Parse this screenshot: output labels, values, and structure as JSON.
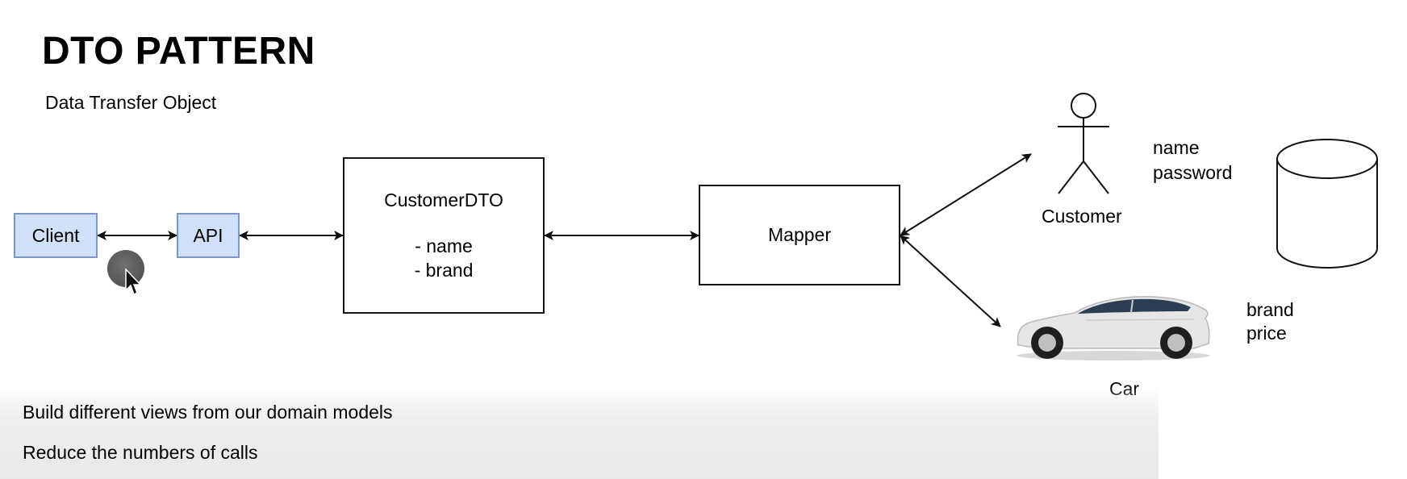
{
  "header": {
    "title": "DTO PATTERN",
    "subtitle": "Data Transfer Object"
  },
  "nodes": {
    "client": "Client",
    "api": "API",
    "dto": {
      "title": "CustomerDTO",
      "fields": [
        "- name",
        "- brand"
      ]
    },
    "mapper": "Mapper"
  },
  "entities": {
    "customer": {
      "label": "Customer",
      "icon": "stick-figure-icon",
      "attributes": [
        "name",
        "password"
      ]
    },
    "car": {
      "label": "Car",
      "icon": "car-icon",
      "attributes": [
        "brand",
        "price"
      ]
    },
    "database": {
      "icon": "database-cylinder-icon"
    }
  },
  "notes": [
    "Build different views from our domain models",
    "Reduce the numbers of calls"
  ],
  "colors": {
    "node_fill": "#cfe0f8",
    "node_border": "#7a97c9",
    "stroke": "#111111"
  }
}
